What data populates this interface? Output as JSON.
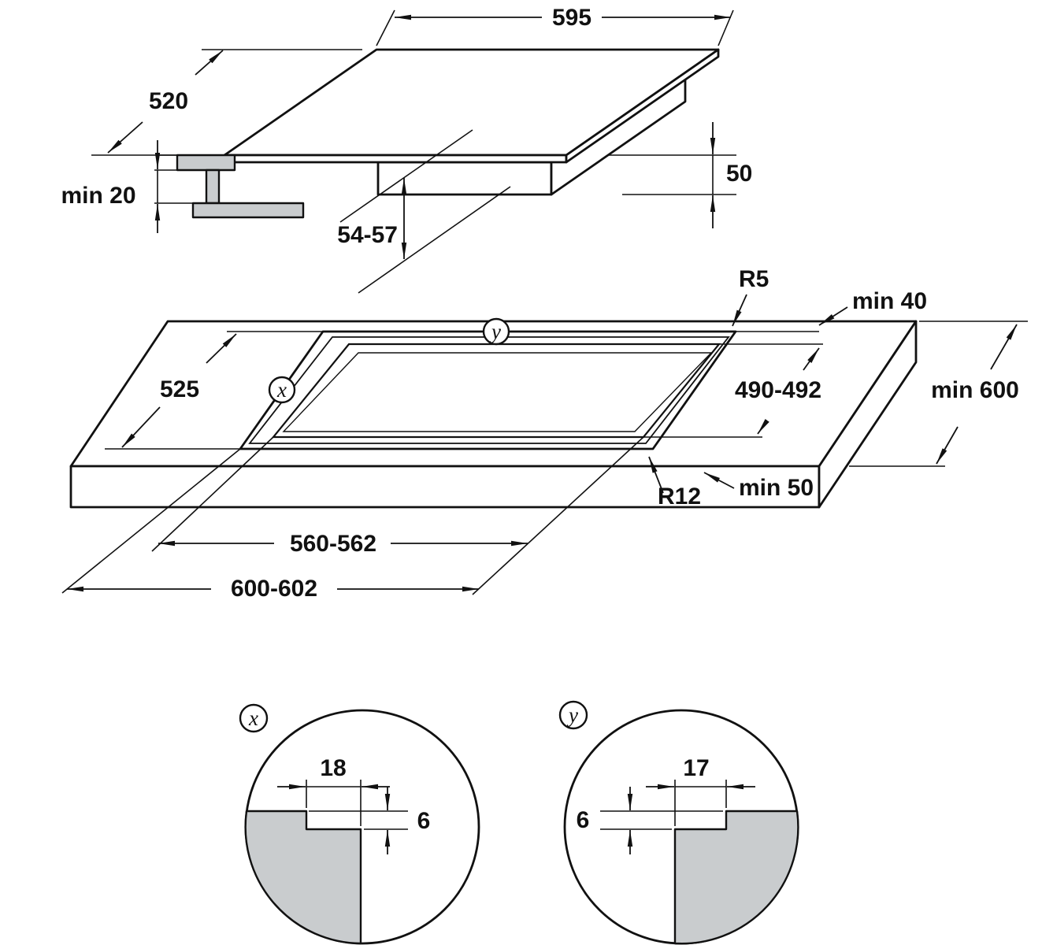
{
  "colors": {
    "line": "#111111",
    "material_gray": "#c9ccce",
    "background": "#ffffff"
  },
  "hob_view": {
    "width": "595",
    "depth": "520",
    "clearance_below": "min 20",
    "height_below_worktop": "50",
    "total_height": "54-57"
  },
  "worktop_view": {
    "rabbet_depth": "525",
    "corner_radius_rear": "R5",
    "rear_clearance": "min 40",
    "worktop_depth": "min 600",
    "cutout_depth": "490-492",
    "corner_radius_front": "R12",
    "front_clearance": "min 50",
    "cutout_width": "560-562",
    "rabbet_width": "600-602",
    "marker_x": "x",
    "marker_y": "y"
  },
  "detail_x": {
    "label": "x",
    "step_width": "18",
    "step_depth": "6"
  },
  "detail_y": {
    "label": "y",
    "step_width": "17",
    "step_depth": "6"
  }
}
